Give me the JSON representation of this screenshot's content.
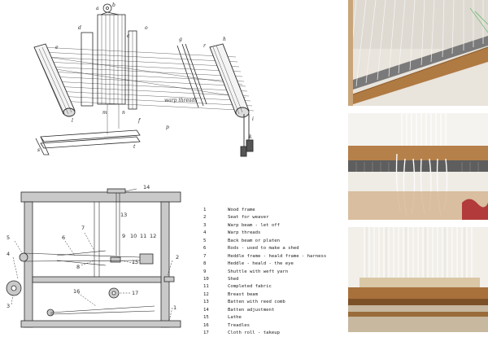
{
  "engraving": {
    "caption": "warp threads",
    "letters": [
      "a",
      "b",
      "c",
      "d",
      "e",
      "f",
      "g",
      "h",
      "i",
      "k",
      "l",
      "m",
      "n",
      "o",
      "p",
      "r",
      "s",
      "t"
    ]
  },
  "schematic": {
    "callouts": [
      "1",
      "2",
      "3",
      "4",
      "5",
      "6",
      "7",
      "8",
      "9",
      "10",
      "11",
      "12",
      "13",
      "14",
      "15",
      "16",
      "17"
    ]
  },
  "legend": [
    {
      "num": "1",
      "text": "Wood frame"
    },
    {
      "num": "2",
      "text": "Seat for weaver"
    },
    {
      "num": "3",
      "text": "Warp beam - let off"
    },
    {
      "num": "4",
      "text": "Warp threads"
    },
    {
      "num": "5",
      "text": "Back beam or platen"
    },
    {
      "num": "6",
      "text": "Rods - used to make a shed"
    },
    {
      "num": "7",
      "text": "Heddle frame - heald frame - harness"
    },
    {
      "num": "8",
      "text": "Heddle - heald - the eye"
    },
    {
      "num": "9",
      "text": "Shuttle with weft yarn"
    },
    {
      "num": "10",
      "text": "Shed"
    },
    {
      "num": "11",
      "text": "Completed fabric"
    },
    {
      "num": "12",
      "text": "Breast beam"
    },
    {
      "num": "13",
      "text": "Batten with reed comb"
    },
    {
      "num": "14",
      "text": "Batten adjustment"
    },
    {
      "num": "15",
      "text": "Lathe"
    },
    {
      "num": "16",
      "text": "Treadles"
    },
    {
      "num": "17",
      "text": "Cloth roll - takeup"
    }
  ],
  "colors": {
    "ink": "#2a2a2a",
    "schematic_fill": "#c9c9c9",
    "wood": "#b07a43",
    "thread": "#eeeeee",
    "reed": "#6f6f6f",
    "wall": "#f3f1ec"
  }
}
